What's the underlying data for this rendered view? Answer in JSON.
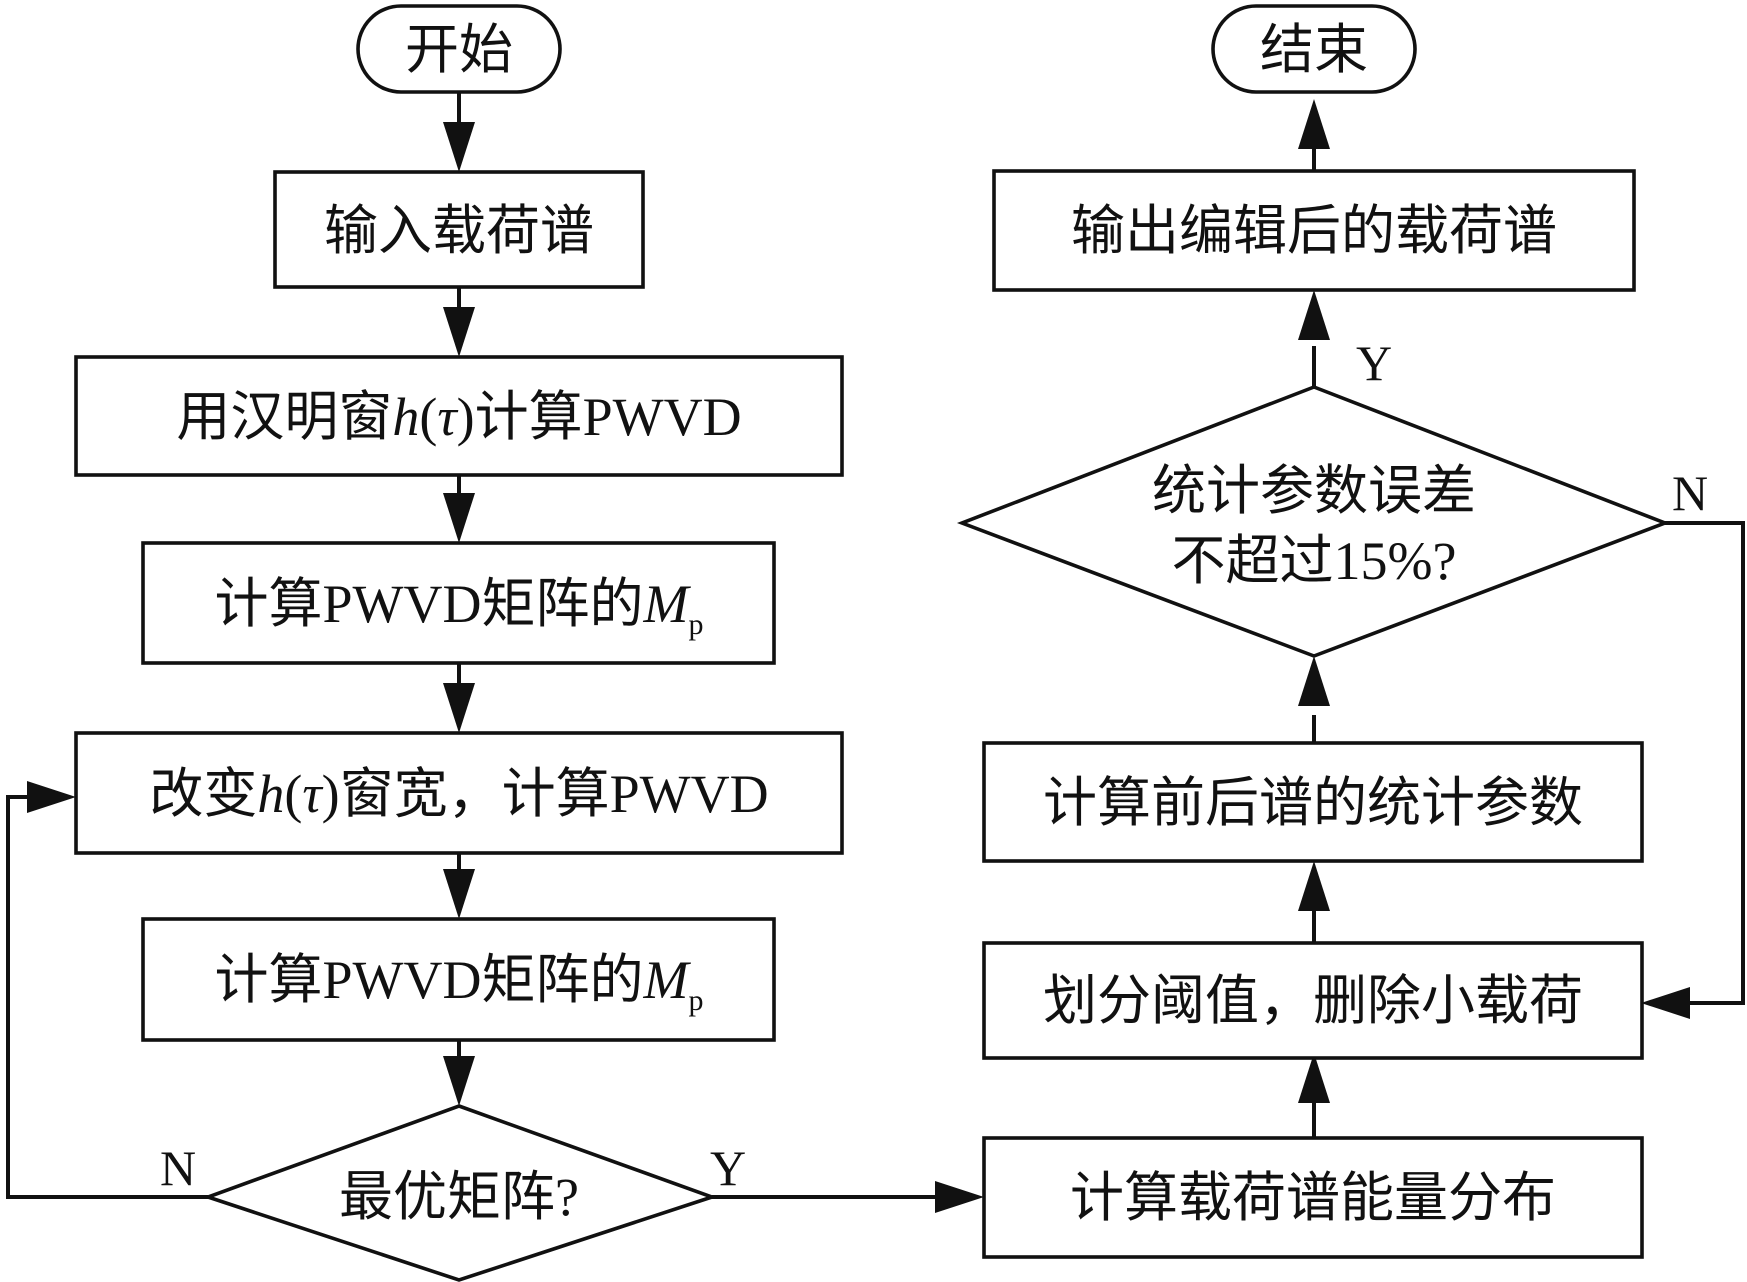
{
  "nodes": {
    "start": "开始",
    "end": "结束",
    "input_spectrum": "输入载荷谱",
    "hamming_pwvd": {
      "prefix": "用汉明窗",
      "fn": "h",
      "open": "(",
      "tau": "τ",
      "close": ")",
      "suffix": "计算PWVD"
    },
    "mp_first": {
      "prefix": "计算PWVD矩阵的",
      "var": "M",
      "sub": "p"
    },
    "change_window": {
      "prefix": "改变",
      "fn": "h",
      "open": "(",
      "tau": "τ",
      "close": ")",
      "suffix": "窗宽，计算PWVD"
    },
    "mp_second": {
      "prefix": "计算PWVD矩阵的",
      "var": "M",
      "sub": "p"
    },
    "optimal_matrix": "最优矩阵?",
    "energy_distribution": "计算载荷谱能量分布",
    "threshold_delete": "划分阈值，删除小载荷",
    "stat_params": "计算前后谱的统计参数",
    "error_check_line1": "统计参数误差",
    "error_check_line2": "不超过15%?",
    "output_spectrum": "输出编辑后的载荷谱"
  },
  "edge_labels": {
    "optimal_no": "N",
    "optimal_yes": "Y",
    "error_yes": "Y",
    "error_no": "N"
  },
  "colors": {
    "line": "#111111",
    "background": "#ffffff"
  }
}
